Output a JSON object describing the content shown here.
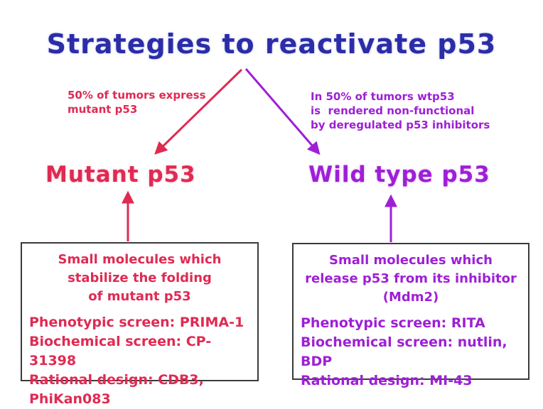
{
  "title": "Strategies to reactivate p53",
  "colors": {
    "title_blue": "#2B2DA8",
    "crimson": "#E02A52",
    "purple": "#9E1FD6",
    "box_border": "#3B3B3B"
  },
  "annotations": {
    "left": {
      "lines": [
        "50% of tumors express",
        "mutant p53"
      ]
    },
    "right": {
      "lines": [
        "In 50% of tumors wtp53",
        "is  rendered non-functional",
        "by deregulated p53 inhibitors"
      ]
    }
  },
  "branches": {
    "left": {
      "heading": "Mutant p53",
      "box": {
        "description_lines": [
          "Small molecules which",
          "stabilize the folding",
          "of mutant p53"
        ],
        "strategy_lines": [
          "Phenotypic screen: PRIMA-1",
          "Biochemical screen: CP-31398",
          "Rational design: CDB3,",
          "PhiKan083"
        ]
      }
    },
    "right": {
      "heading": "Wild type p53",
      "box": {
        "description_lines": [
          "Small molecules which",
          "release p53 from its inhibitor",
          "(Mdm2)"
        ],
        "strategy_lines": [
          "Phenotypic screen: RITA",
          "Biochemical screen: nutlin, BDP",
          "Rational design: MI-43"
        ]
      }
    }
  }
}
